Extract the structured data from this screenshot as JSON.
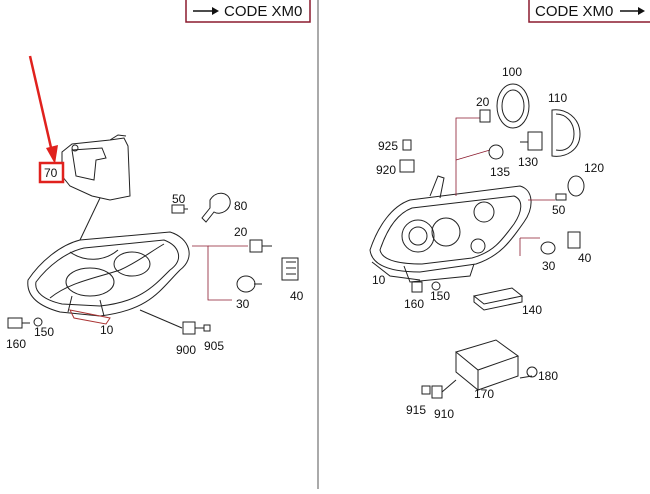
{
  "header": {
    "left_code_label": "CODE XM0",
    "right_code_label": "CODE XM0"
  },
  "left_panel": {
    "highlighted_part": "70",
    "callouts": [
      "50",
      "80",
      "20",
      "30",
      "40",
      "160",
      "150",
      "10",
      "900",
      "905"
    ]
  },
  "right_panel": {
    "callouts": [
      "100",
      "20",
      "110",
      "925",
      "920",
      "130",
      "135",
      "120",
      "50",
      "30",
      "40",
      "10",
      "150",
      "160",
      "140",
      "180",
      "170",
      "915",
      "910"
    ]
  },
  "colors": {
    "highlight": "#e0211d",
    "leader": "#8b1a2e",
    "ink": "#222222"
  }
}
